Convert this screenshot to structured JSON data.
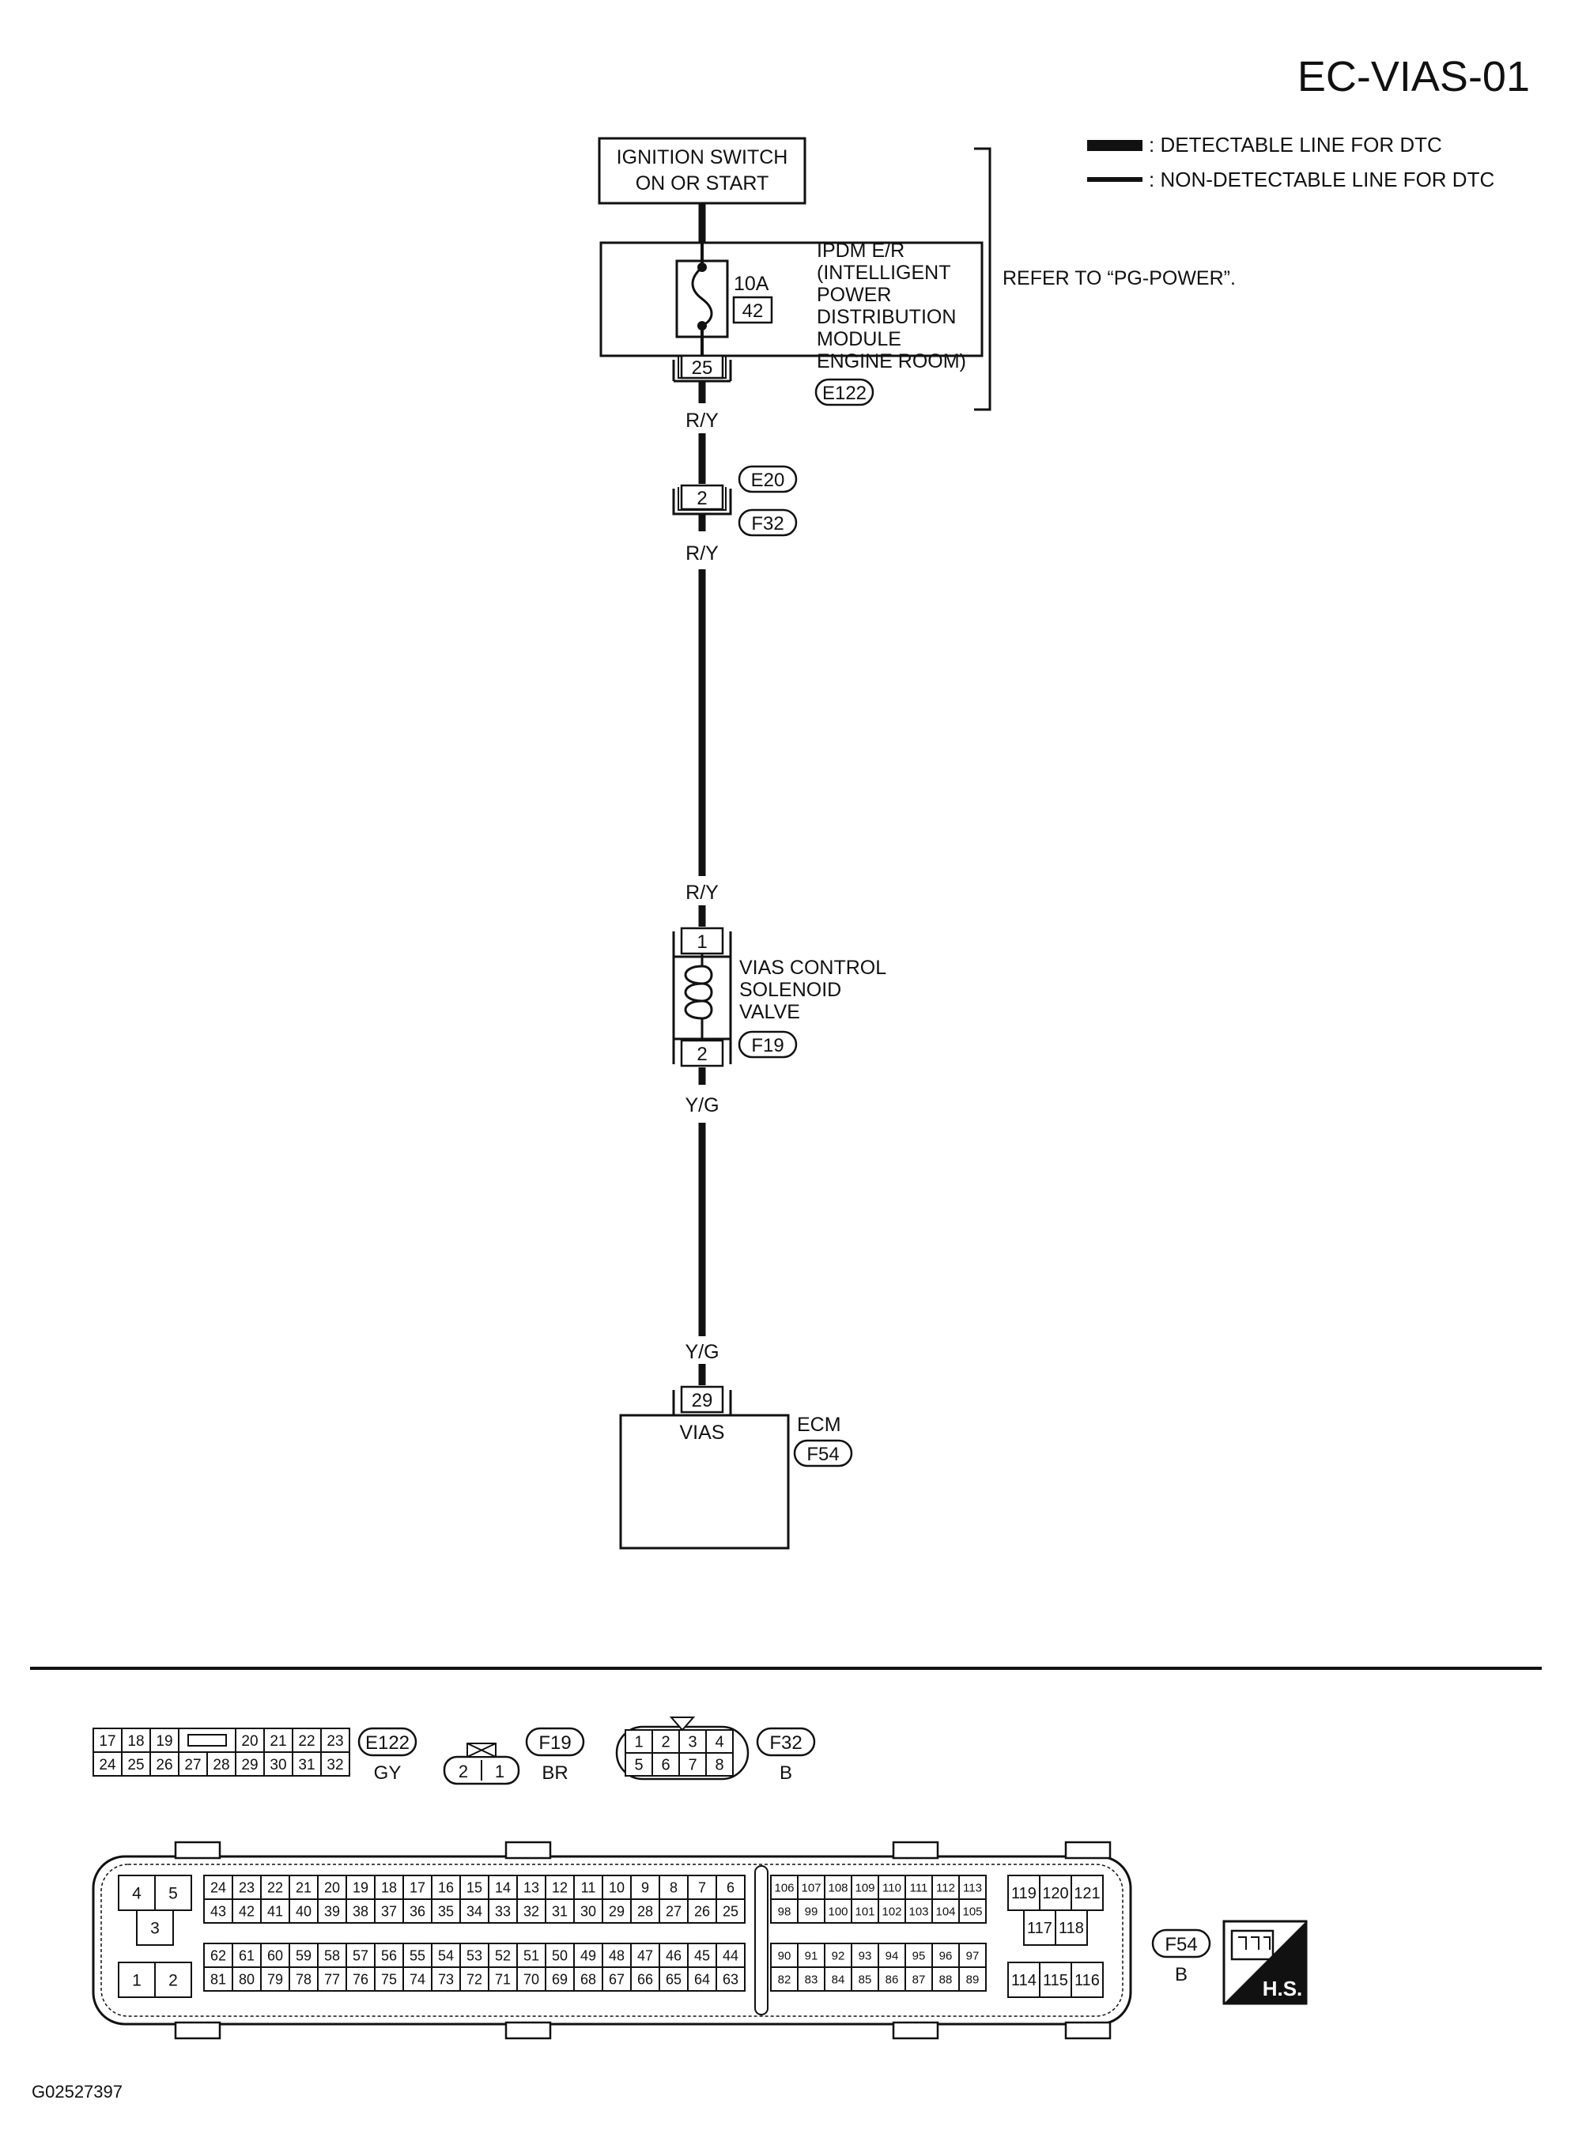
{
  "page": {
    "title": "EC-VIAS-01",
    "figure_id": "G02527397"
  },
  "legend": {
    "detectable": ": DETECTABLE LINE FOR DTC",
    "non_detectable": ": NON-DETECTABLE LINE FOR DTC"
  },
  "ignition": {
    "line1": "IGNITION SWITCH",
    "line2": "ON OR START"
  },
  "ipdm": {
    "lines": [
      "IPDM E/R",
      "(INTELLIGENT",
      "POWER",
      "DISTRIBUTION",
      "MODULE",
      "ENGINE ROOM)"
    ],
    "fuse_rating": "10A",
    "fuse_number": "42",
    "terminal": "25",
    "connector": "E122"
  },
  "refer_note": "REFER TO “PG-POWER”.",
  "wires": {
    "ry": "R/Y",
    "yg": "Y/G"
  },
  "junction": {
    "terminal": "2",
    "connector_top": "E20",
    "connector_bottom": "F32"
  },
  "solenoid": {
    "lines": [
      "VIAS CONTROL",
      "SOLENOID",
      "VALVE"
    ],
    "terminal_top": "1",
    "terminal_bottom": "2",
    "connector": "F19"
  },
  "ecm": {
    "terminal": "29",
    "pin_label": "VIAS",
    "name": "ECM",
    "connector": "F54"
  },
  "connector_views": {
    "e122": {
      "id": "E122",
      "color": "GY",
      "top_row": [
        "17",
        "18",
        "19",
        "20",
        "21",
        "22",
        "23"
      ],
      "bottom_row": [
        "24",
        "25",
        "26",
        "27",
        "28",
        "29",
        "30",
        "31",
        "32"
      ]
    },
    "f19": {
      "id": "F19",
      "color": "BR",
      "pins": [
        "2",
        "1"
      ]
    },
    "f32": {
      "id": "F32",
      "color": "B",
      "top_row": [
        "1",
        "2",
        "3",
        "4"
      ],
      "bottom_row": [
        "5",
        "6",
        "7",
        "8"
      ]
    },
    "f54": {
      "id": "F54",
      "color": "B",
      "left_block": [
        "4",
        "5",
        "3",
        "1",
        "2"
      ],
      "row1": [
        "24",
        "23",
        "22",
        "21",
        "20",
        "19",
        "18",
        "17",
        "16",
        "15",
        "14",
        "13",
        "12",
        "11",
        "10",
        "9",
        "8",
        "7",
        "6"
      ],
      "row2": [
        "43",
        "42",
        "41",
        "40",
        "39",
        "38",
        "37",
        "36",
        "35",
        "34",
        "33",
        "32",
        "31",
        "30",
        "29",
        "28",
        "27",
        "26",
        "25"
      ],
      "row3": [
        "62",
        "61",
        "60",
        "59",
        "58",
        "57",
        "56",
        "55",
        "54",
        "53",
        "52",
        "51",
        "50",
        "49",
        "48",
        "47",
        "46",
        "45",
        "44"
      ],
      "row4": [
        "81",
        "80",
        "79",
        "78",
        "77",
        "76",
        "75",
        "74",
        "73",
        "72",
        "71",
        "70",
        "69",
        "68",
        "67",
        "66",
        "65",
        "64",
        "63"
      ],
      "mid_row1": [
        "106",
        "107",
        "108",
        "109",
        "110",
        "111",
        "112",
        "113"
      ],
      "mid_row2": [
        "98",
        "99",
        "100",
        "101",
        "102",
        "103",
        "104",
        "105"
      ],
      "mid_row3": [
        "90",
        "91",
        "92",
        "93",
        "94",
        "95",
        "96",
        "97"
      ],
      "mid_row4": [
        "82",
        "83",
        "84",
        "85",
        "86",
        "87",
        "88",
        "89"
      ],
      "right_top": [
        "119",
        "120",
        "121"
      ],
      "right_mid": [
        "117",
        "118"
      ],
      "right_bottom": [
        "114",
        "115",
        "116"
      ]
    }
  },
  "hs_badge": "H.S."
}
